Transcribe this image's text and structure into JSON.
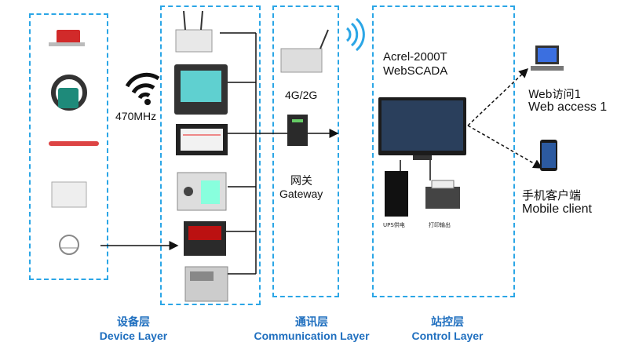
{
  "layers": {
    "device": {
      "cn": "设备层",
      "en": "Device Layer"
    },
    "communication": {
      "cn": "通讯层",
      "en": "Communication Layer"
    },
    "control": {
      "cn": "站控层",
      "en": "Control Layer"
    }
  },
  "wireless": {
    "frequency": "470MHz"
  },
  "gateway": {
    "network": "4G/2G",
    "label_cn": "网关",
    "label_en": "Gateway"
  },
  "control": {
    "system_name": "Acrel-2000T",
    "system_sub": "WebSCADA",
    "ups_label": "UPS供电",
    "printer_label": "打印输出"
  },
  "clients": {
    "web_cn": "Web访问1",
    "web_en": "Web access 1",
    "mobile_cn": "手机客户端",
    "mobile_en": "Mobile client"
  },
  "colors": {
    "accent": "#2ba6e6",
    "layer_text": "#1f6fbf",
    "wifi": "#111111"
  }
}
